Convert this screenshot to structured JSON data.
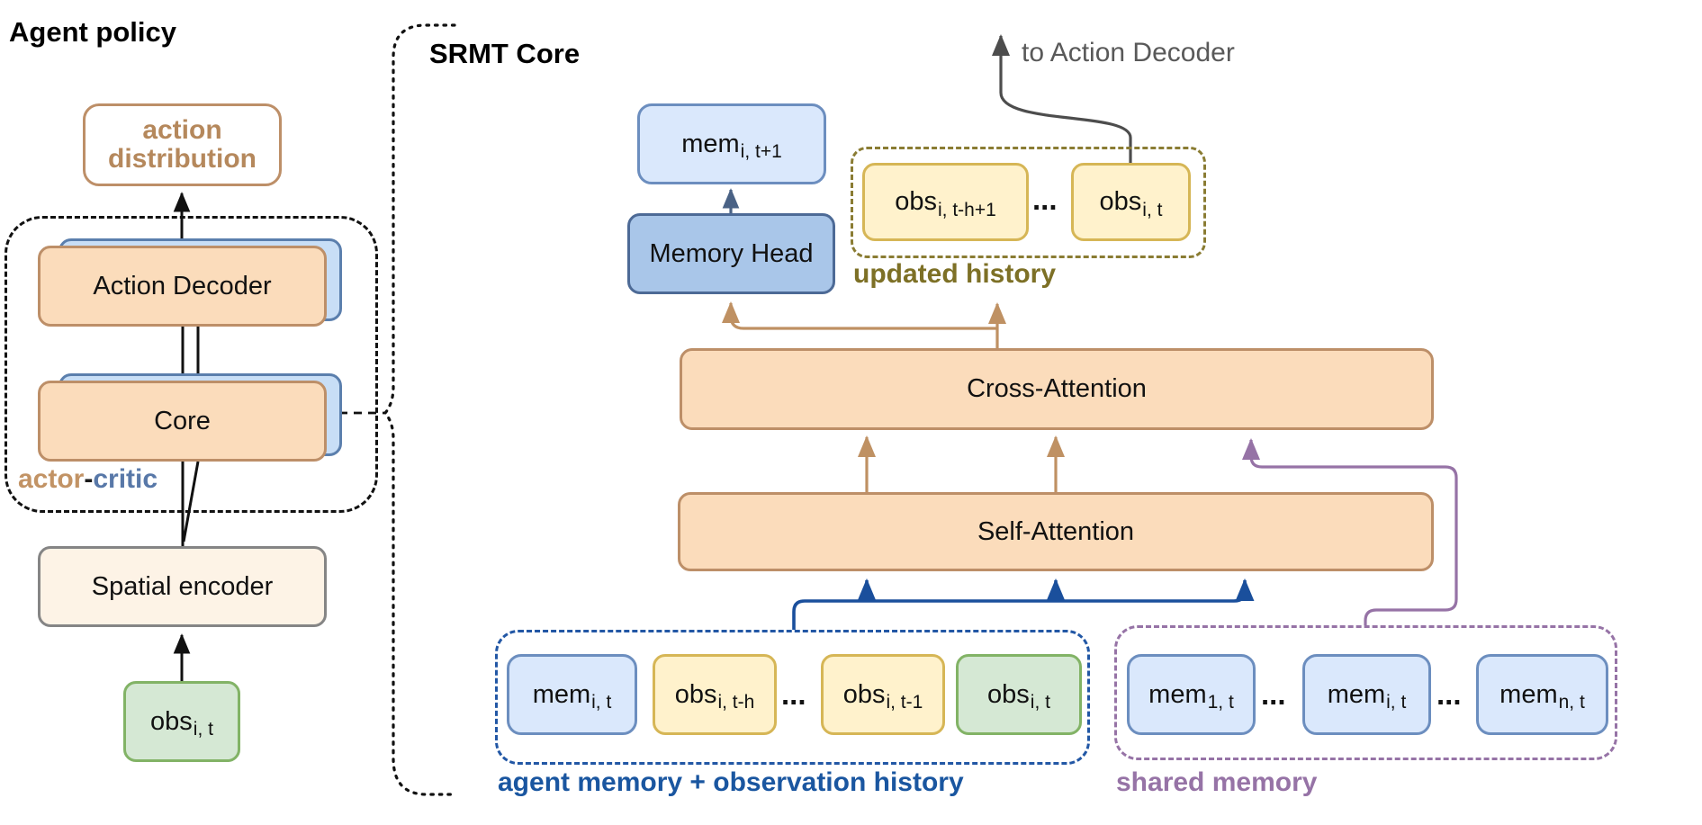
{
  "colors": {
    "orange_fill": "#fbdcbb",
    "orange_border": "#bd8f68",
    "blue_fill": "#dae8fc",
    "blue_border": "#6c8ebf",
    "memhead_fill": "#a9c6e9",
    "memhead_border": "#4d6a96",
    "yellow_fill": "#fff2cc",
    "yellow_border": "#d6b656",
    "green_fill": "#d5e8d4",
    "green_border": "#82b366",
    "cream_fill": "#fdf3e6",
    "navy": "#1a56a0",
    "purple": "#9673a6",
    "olive": "#7d7026",
    "tan_arrow": "#bf9163",
    "slate_arrow": "#4a6285",
    "gray_arrow": "#4d4d4d",
    "actor_color": "#c29365",
    "critic_color": "#5878a8",
    "action_dist_text": "#b5885c"
  },
  "agent_policy": {
    "title": "Agent policy",
    "action_distribution": {
      "line1": "action",
      "line2": "distribution"
    },
    "action_decoder": "Action Decoder",
    "core": "Core",
    "actor_critic": {
      "actor": "actor",
      "sep": "-",
      "critic": "critic"
    },
    "spatial_encoder": "Spatial encoder",
    "obs_input": {
      "base": "obs",
      "sub": "i, t"
    }
  },
  "srmt": {
    "title": "SRMT Core",
    "to_action_decoder": "to Action Decoder",
    "mem_next": {
      "base": "mem",
      "sub": "i, t+1"
    },
    "memory_head": "Memory Head",
    "cross_attention": "Cross-Attention",
    "self_attention": "Self-Attention",
    "updated_history": {
      "label": "updated history",
      "obs1": {
        "base": "obs",
        "sub": "i, t-h+1"
      },
      "dots": "...",
      "obs2": {
        "base": "obs",
        "sub": "i, t"
      }
    },
    "agent_history": {
      "label": "agent memory + observation history",
      "mem": {
        "base": "mem",
        "sub": "i, t"
      },
      "obs1": {
        "base": "obs",
        "sub": "i, t-h"
      },
      "dots": "...",
      "obs2": {
        "base": "obs",
        "sub": "i, t-1"
      },
      "obs3": {
        "base": "obs",
        "sub": "i, t"
      }
    },
    "shared_memory": {
      "label": "shared memory",
      "mem1": {
        "base": "mem",
        "sub": "1, t"
      },
      "dots1": "...",
      "mem2": {
        "base": "mem",
        "sub": "i, t"
      },
      "dots2": "...",
      "mem3": {
        "base": "mem",
        "sub": "n, t"
      }
    }
  }
}
